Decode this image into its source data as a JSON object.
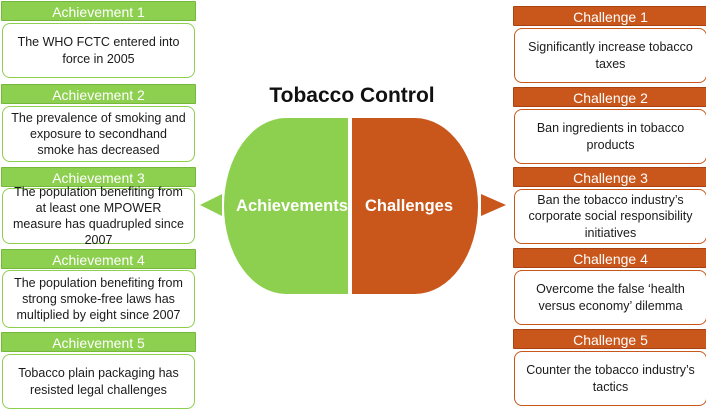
{
  "title": "Tobacco Control",
  "center": {
    "left_label": "Achievements",
    "right_label": "Challenges"
  },
  "colors": {
    "achievement_green": "#8dcf4f",
    "challenge_orange": "#c9561a"
  },
  "achievements": [
    {
      "header": "Achievement 1",
      "text": "The WHO FCTC entered into force in 2005"
    },
    {
      "header": "Achievement 2",
      "text": "The prevalence of smoking and exposure to secondhand smoke has decreased"
    },
    {
      "header": "Achievement 3",
      "text": "The population benefiting from at least one MPOWER measure has quadrupled since 2007"
    },
    {
      "header": "Achievement 4",
      "text": "The population benefiting from strong smoke-free laws has multiplied by eight since 2007"
    },
    {
      "header": "Achievement 5",
      "text": "Tobacco plain packaging has resisted legal challenges"
    }
  ],
  "challenges": [
    {
      "header": "Challenge 1",
      "text": "Significantly increase tobacco taxes"
    },
    {
      "header": "Challenge 2",
      "text": "Ban ingredients in tobacco products"
    },
    {
      "header": "Challenge 3",
      "text": "Ban the tobacco industry’s corporate social responsibility initiatives"
    },
    {
      "header": "Challenge 4",
      "text": "Overcome the false ‘health versus economy’ dilemma"
    },
    {
      "header": "Challenge 5",
      "text": "Counter the tobacco industry’s tactics"
    }
  ]
}
